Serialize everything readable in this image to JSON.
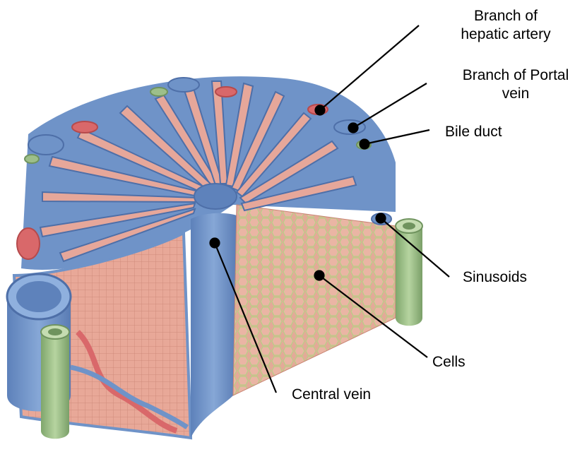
{
  "labels": {
    "hepatic_artery": [
      "Branch of",
      "hepatic artery"
    ],
    "portal_vein": [
      "Branch of Portal",
      "vein"
    ],
    "bile_duct": "Bile duct",
    "sinusoids": "Sinusoids",
    "cells": "Cells",
    "central_vein": "Central vein"
  },
  "colors": {
    "vessel_blue": "#6f93c8",
    "vessel_blue_dark": "#4e6fa8",
    "artery_red": "#d9686a",
    "bile_green": "#9dbf8a",
    "tissue_pink": "#e6a79a",
    "cell_outline": "#b9d08a"
  }
}
